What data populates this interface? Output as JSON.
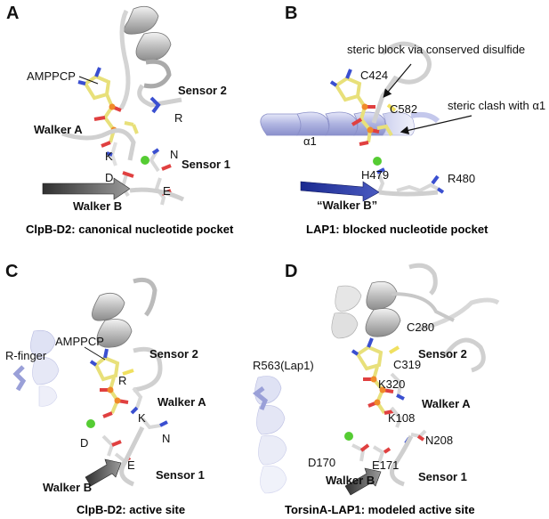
{
  "panels": {
    "A": {
      "letter": "A",
      "caption": "ClpB-D2: canonical nucleotide pocket",
      "labels": {
        "amppcp": "AMPPCP",
        "sensor2": "Sensor 2",
        "r": "R",
        "walker_a": "Walker A",
        "k": "K",
        "n": "N",
        "sensor1": "Sensor 1",
        "d": "D",
        "e": "E",
        "walker_b": "Walker B"
      }
    },
    "B": {
      "letter": "B",
      "caption": "LAP1: blocked nucleotide pocket",
      "labels": {
        "steric_block": "steric block via conserved disulfide",
        "c424": "C424",
        "c582": "C582",
        "steric_clash": "steric clash with α1",
        "alpha1": "α1",
        "h479": "H479",
        "r480": "R480",
        "walker_b": "“Walker B”"
      }
    },
    "C": {
      "letter": "C",
      "caption": "ClpB-D2: active site",
      "labels": {
        "r_finger": "R-finger",
        "amppcp": "AMPPCP",
        "sensor2": "Sensor 2",
        "r": "R",
        "walker_a": "Walker A",
        "k": "K",
        "n": "N",
        "d": "D",
        "e": "E",
        "sensor1": "Sensor 1",
        "walker_b": "Walker B"
      }
    },
    "D": {
      "letter": "D",
      "caption": "TorsinA-LAP1: modeled active site",
      "labels": {
        "c280": "C280",
        "r563": "R563(Lap1)",
        "c319": "C319",
        "sensor2": "Sensor 2",
        "k320": "K320",
        "walker_a": "Walker A",
        "k108": "K108",
        "n208": "N208",
        "d170": "D170",
        "e171": "E171",
        "walker_b": "Walker B",
        "sensor1": "Sensor 1"
      }
    }
  },
  "colors": {
    "ribbon_gray": "#c8c8c8",
    "ribbon_lavender": "#b8bce4",
    "strand_blue": "#2a3aa0",
    "carbon_yellow": "#e8e07a",
    "oxygen": "#e04040",
    "phosphate": "#f08a2a",
    "nitrogen": "#3a4fd0",
    "magnesium": "#55cc33"
  }
}
